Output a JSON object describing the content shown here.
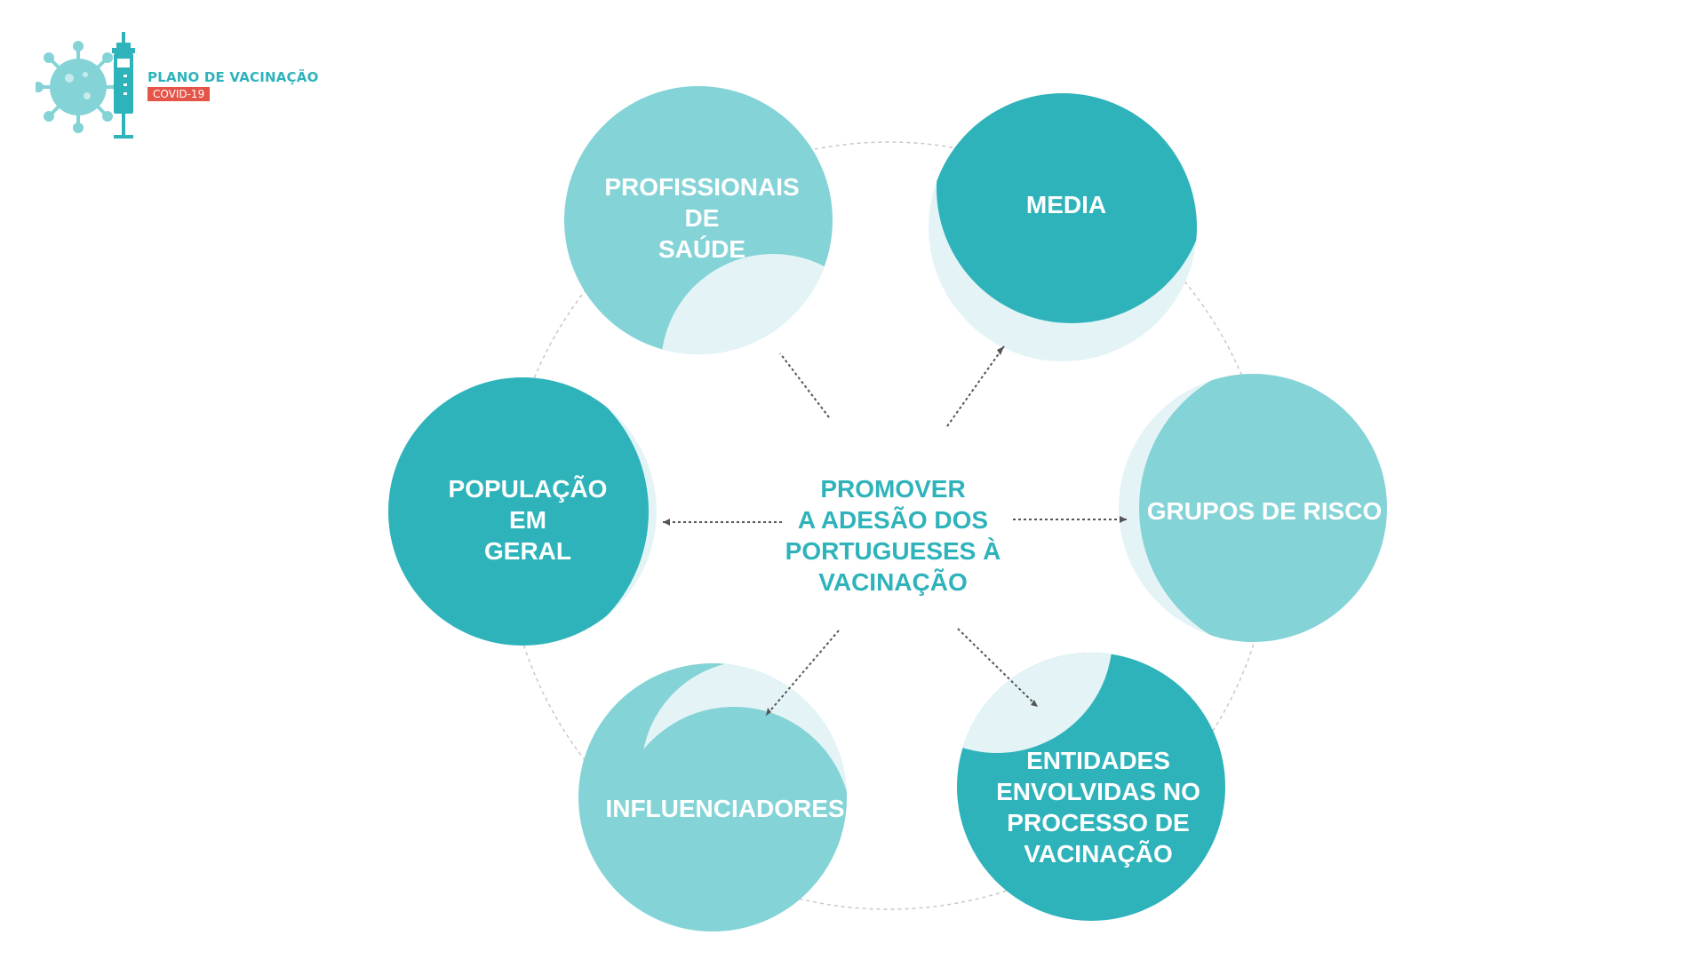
{
  "logo": {
    "title": "PLANO DE VACINAÇÃO",
    "badge": "COVID-19",
    "icon": "virus-syringe-icon"
  },
  "colors": {
    "dark_teal": "#2fb3bb",
    "light_teal": "#84d3d7",
    "pale_teal": "#e4f4f6",
    "center_text": "#2fb3bb",
    "badge_red": "#e55448"
  },
  "center": {
    "text": "PROMOVER\nA ADESÃO DOS\nPORTUGUESES À\nVACINAÇÃO"
  },
  "nodes": [
    {
      "id": "profissionais",
      "label": "PROFISSIONAIS\nDE\nSAÚDE",
      "tone": "light"
    },
    {
      "id": "media",
      "label": "MEDIA",
      "tone": "dark"
    },
    {
      "id": "grupos",
      "label": "GRUPOS DE RISCO",
      "tone": "light"
    },
    {
      "id": "entidades",
      "label": "ENTIDADES\nENVOLVIDAS NO\nPROCESSO DE\nVACINAÇÃO",
      "tone": "dark"
    },
    {
      "id": "influenciadores",
      "label": "INFLUENCIADORES",
      "tone": "light"
    },
    {
      "id": "populacao",
      "label": "POPULAÇÃO\nEM\nGERAL",
      "tone": "dark"
    }
  ]
}
